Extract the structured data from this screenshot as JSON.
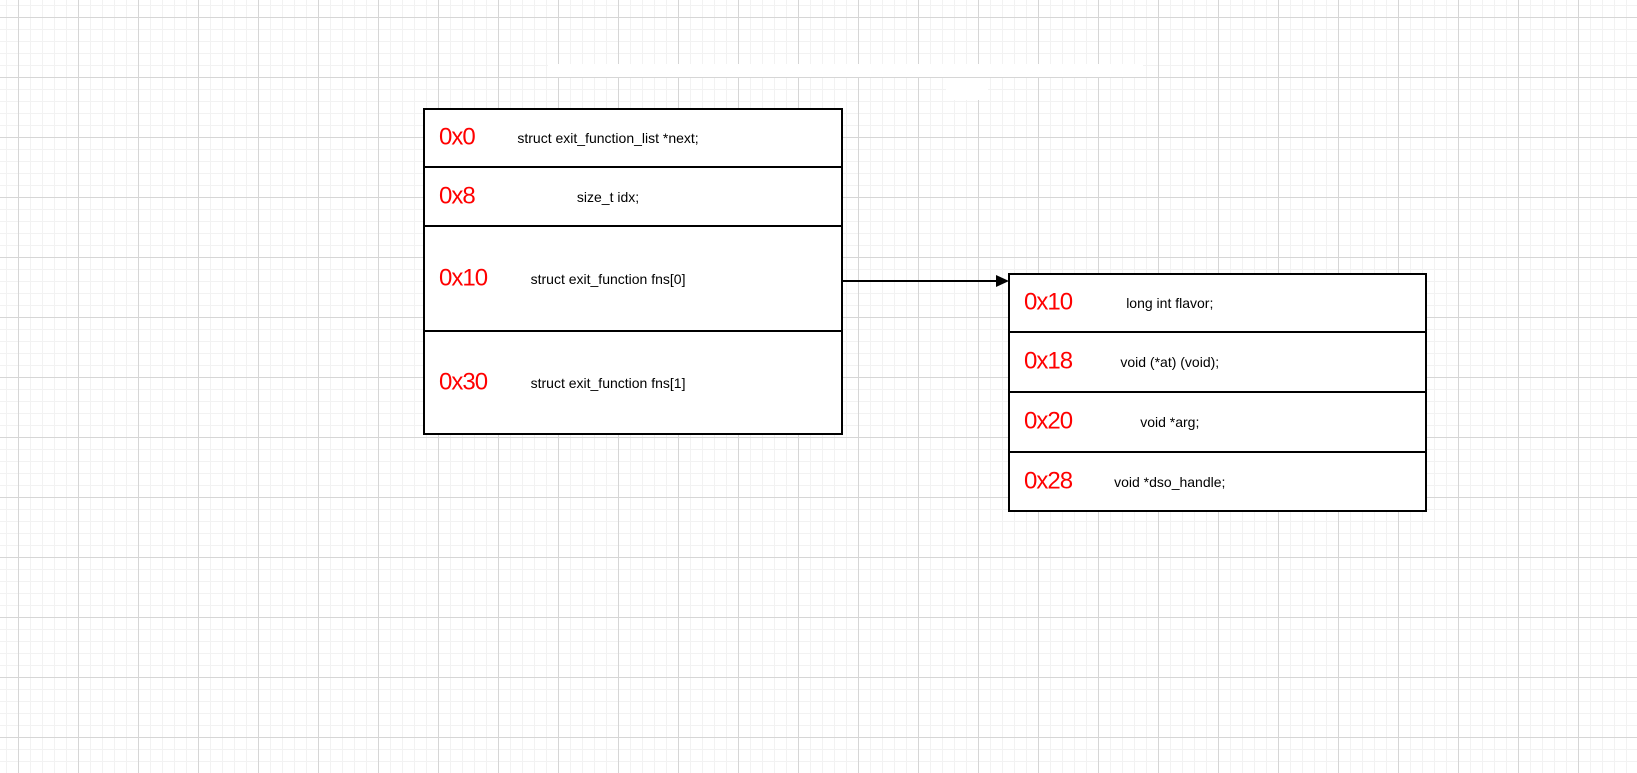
{
  "diagram": {
    "left_box": {
      "rows": [
        {
          "offset": "0x0",
          "field": "struct exit_function_list *next;"
        },
        {
          "offset": "0x8",
          "field": "size_t idx;"
        },
        {
          "offset": "0x10",
          "field": "struct exit_function fns[0]"
        },
        {
          "offset": "0x30",
          "field": "struct exit_function fns[1]"
        }
      ]
    },
    "right_box": {
      "rows": [
        {
          "offset": "0x10",
          "field": "long int flavor;"
        },
        {
          "offset": "0x18",
          "field": "void (*at) (void);"
        },
        {
          "offset": "0x20",
          "field": "void *arg;"
        },
        {
          "offset": "0x28",
          "field": "void *dso_handle;"
        }
      ]
    },
    "colors": {
      "offset_label": "#ff0000",
      "field_text": "#000000",
      "shape_border": "#000000",
      "arrow": "#000000",
      "grid_minor": "#f2f2f2",
      "grid_major": "#d6d6d6",
      "background": "#ffffff"
    }
  }
}
